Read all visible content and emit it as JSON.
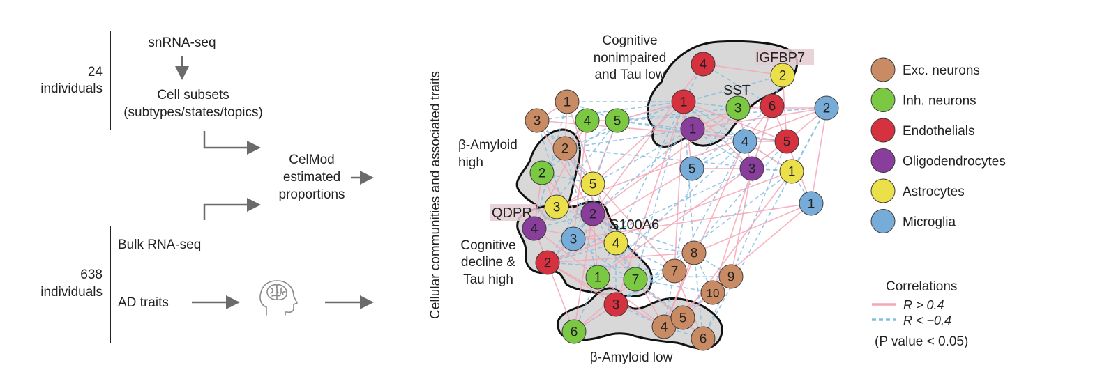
{
  "workflow": {
    "sn_count": "24",
    "sn_individuals": "individuals",
    "snrnaseq": "snRNA-seq",
    "cell_subsets": "Cell subsets",
    "cell_subsets_detail": "(subtypes/states/topics)",
    "celmod_line1": "CelMod",
    "celmod_line2": "estimated",
    "celmod_line3": "proportions",
    "bulk_count": "638",
    "bulk_individuals": "individuals",
    "bulk_rnaseq": "Bulk RNA-seq",
    "ad_traits": "AD traits"
  },
  "network": {
    "y_axis_label": "Cellular communities and associated traits",
    "community_labels": [
      "Cognitive",
      "nonimpaired",
      "and Tau low",
      "β-Amyloid",
      "high",
      "Cognitive",
      "decline &",
      "Tau high",
      "β-Amyloid low"
    ],
    "gene_labels": [
      "IGFBP7",
      "SST",
      "QDPR",
      "S100A6"
    ],
    "colors": {
      "exc": "#c98b64",
      "inh": "#7bc843",
      "endo": "#d6313e",
      "oligo": "#8a3e9c",
      "astro": "#ece04a",
      "micro": "#78acd8",
      "positive": "#f4a6b6",
      "negative": "#86bee0",
      "community_fill": "#d4d4d4",
      "gene_highlight": "#e4cbd2"
    },
    "nodes": [
      {
        "label": "4",
        "type": "endo"
      },
      {
        "label": "2",
        "type": "astro"
      },
      {
        "label": "1",
        "type": "endo"
      },
      {
        "label": "3",
        "type": "inh"
      },
      {
        "label": "6",
        "type": "endo"
      },
      {
        "label": "2",
        "type": "micro"
      },
      {
        "label": "1",
        "type": "oligo"
      },
      {
        "label": "1",
        "type": "exc"
      },
      {
        "label": "3",
        "type": "exc"
      },
      {
        "label": "4",
        "type": "inh"
      },
      {
        "label": "5",
        "type": "inh"
      },
      {
        "label": "2",
        "type": "exc"
      },
      {
        "label": "2",
        "type": "inh"
      },
      {
        "label": "5",
        "type": "astro"
      },
      {
        "label": "3",
        "type": "astro"
      },
      {
        "label": "2",
        "type": "oligo"
      },
      {
        "label": "4",
        "type": "oligo"
      },
      {
        "label": "3",
        "type": "micro"
      },
      {
        "label": "4",
        "type": "astro"
      },
      {
        "label": "2",
        "type": "endo"
      },
      {
        "label": "1",
        "type": "inh"
      },
      {
        "label": "7",
        "type": "inh"
      },
      {
        "label": "4",
        "type": "micro"
      },
      {
        "label": "5",
        "type": "endo"
      },
      {
        "label": "5",
        "type": "micro"
      },
      {
        "label": "3",
        "type": "oligo"
      },
      {
        "label": "1",
        "type": "astro"
      },
      {
        "label": "1",
        "type": "micro"
      },
      {
        "label": "8",
        "type": "exc"
      },
      {
        "label": "7",
        "type": "exc"
      },
      {
        "label": "9",
        "type": "exc"
      },
      {
        "label": "10",
        "type": "exc"
      },
      {
        "label": "3",
        "type": "endo"
      },
      {
        "label": "6",
        "type": "inh"
      },
      {
        "label": "4",
        "type": "exc"
      },
      {
        "label": "5",
        "type": "exc"
      },
      {
        "label": "6",
        "type": "exc"
      }
    ]
  },
  "legend": {
    "cell_types": [
      {
        "label": "Exc. neurons",
        "type": "exc"
      },
      {
        "label": "Inh. neurons",
        "type": "inh"
      },
      {
        "label": "Endothelials",
        "type": "endo"
      },
      {
        "label": "Oligodendrocytes",
        "type": "oligo"
      },
      {
        "label": "Astrocytes",
        "type": "astro"
      },
      {
        "label": "Microglia",
        "type": "micro"
      }
    ],
    "correlations_title": "Correlations",
    "positive_label": "R > 0.4",
    "negative_label": "R < −0.4",
    "pvalue_label": "(P value < 0.05)"
  }
}
